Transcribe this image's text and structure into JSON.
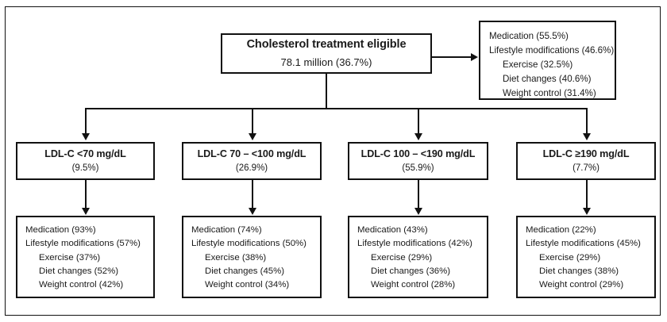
{
  "figure": {
    "root": {
      "title": "Cholesterol treatment eligible",
      "subtitle": "78.1 million (36.7%)"
    },
    "overall_treatment": {
      "medication": "Medication (55.5%)",
      "lifestyle": "Lifestyle modifications (46.6%)",
      "exercise": "Exercise (32.5%)",
      "diet": "Diet changes (40.6%)",
      "weight": "Weight control (31.4%)"
    },
    "branches": [
      {
        "title": "LDL-C <70 mg/dL",
        "subtitle": "(9.5%)",
        "treatment": {
          "medication": "Medication (93%)",
          "lifestyle": "Lifestyle modifications (57%)",
          "exercise": "Exercise (37%)",
          "diet": "Diet changes (52%)",
          "weight": "Weight control (42%)"
        }
      },
      {
        "title": "LDL-C 70 – <100 mg/dL",
        "subtitle": "(26.9%)",
        "treatment": {
          "medication": "Medication (74%)",
          "lifestyle": "Lifestyle modifications (50%)",
          "exercise": "Exercise (38%)",
          "diet": "Diet changes (45%)",
          "weight": "Weight control (34%)"
        }
      },
      {
        "title": "LDL-C 100 – <190 mg/dL",
        "subtitle": "(55.9%)",
        "treatment": {
          "medication": "Medication (43%)",
          "lifestyle": "Lifestyle modifications (42%)",
          "exercise": "Exercise (29%)",
          "diet": "Diet changes (36%)",
          "weight": "Weight control (28%)"
        }
      },
      {
        "title": "LDL-C ≥190 mg/dL",
        "subtitle": "(7.7%)",
        "treatment": {
          "medication": "Medication (22%)",
          "lifestyle": "Lifestyle modifications (45%)",
          "exercise": "Exercise (29%)",
          "diet": "Diet changes (38%)",
          "weight": "Weight control (29%)"
        }
      }
    ],
    "colors": {
      "line": "#111111",
      "text": "#1a1a1a",
      "background": "#ffffff"
    }
  }
}
